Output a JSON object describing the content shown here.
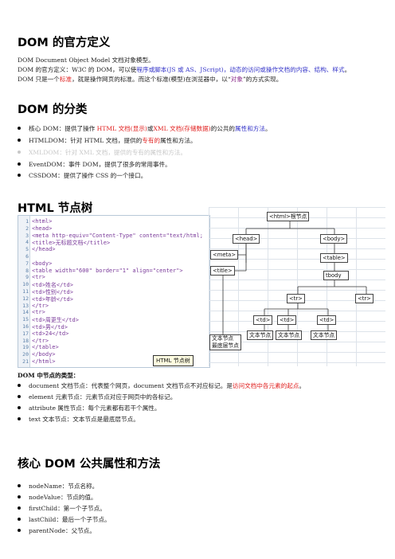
{
  "sections": {
    "s1_title": "DOM 的官方定义",
    "s2_title": "DOM 的分类",
    "s3_title": "HTML 节点树",
    "s4_title": "核心 DOM 公共属性和方法"
  },
  "definition": {
    "line1": "DOM Document Object Model   文档对象模型。",
    "line2_a": "DOM 的官方定义：W3C 的 DOM，可以使",
    "line2_b": "程序或脚本(JS 或 AS、JScript)，动态的访问或操作文档的内容、结构、样式",
    "line2_c": "。",
    "line3_a": "DOM 只是一个",
    "line3_b": "标准",
    "line3_c": "，就是操作网页的标准。而这个标准(模型)在浏览器中，以“",
    "line3_d": "对象",
    "line3_e": "”的方式实现。"
  },
  "categories": [
    {
      "prefix": "核心 DOM：提供了操作 ",
      "red1": "HTML 文档(显示)",
      "mid": "或",
      "red2": "XML 文档(存储数据)",
      "mid2": "的公共的",
      "blue": "属性和方法",
      "end": "。"
    },
    {
      "prefix": "HTMLDOM：针对 HTML 文档，提供的",
      "red1": "专有的",
      "end": "属性和方法。"
    },
    {
      "text": "XMLDOM：针对 XML 文档，提供的专有的属性和方法。"
    },
    {
      "text": "EventDOM：事件 DOM，提供了很多的常用事件。"
    },
    {
      "text": "CSSDOM：提供了操作 CSS 的一个接口。"
    }
  ],
  "code_lines": [
    {
      "n": "1",
      "t": "<html>"
    },
    {
      "n": "2",
      "t": "<head>"
    },
    {
      "n": "3",
      "t": "<meta http-equiv=\"Content-Type\" content=\"text/html;"
    },
    {
      "n": "4",
      "t": "<title>无标题文档</title>"
    },
    {
      "n": "5",
      "t": "</head>"
    },
    {
      "n": "6",
      "t": ""
    },
    {
      "n": "7",
      "t": "<body>"
    },
    {
      "n": "8",
      "t": "<table width=\"600\" border=\"1\" align=\"center\">"
    },
    {
      "n": "9",
      "t": "    <tr>"
    },
    {
      "n": "10",
      "t": "        <td>姓名</td>"
    },
    {
      "n": "11",
      "t": "        <td>性别</td>"
    },
    {
      "n": "12",
      "t": "        <td>年龄</td>"
    },
    {
      "n": "13",
      "t": "    </tr>"
    },
    {
      "n": "14",
      "t": "    <tr>"
    },
    {
      "n": "15",
      "t": "        <td>周更生</td>"
    },
    {
      "n": "16",
      "t": "        <td>男</td>"
    },
    {
      "n": "17",
      "t": "        <td>24</td>"
    },
    {
      "n": "18",
      "t": "    </tr>"
    },
    {
      "n": "19",
      "t": "</table>"
    },
    {
      "n": "20",
      "t": "</body>"
    },
    {
      "n": "21",
      "t": "</html>"
    }
  ],
  "code_label": "HTML 节点树",
  "tree": {
    "html": "<html>根节点",
    "head": "<head>",
    "body": "<body>",
    "meta": "<meta>",
    "title": "<title>",
    "table": "<table>",
    "tbody": "tbody",
    "text_leaf": "文本节点\n最底层节点",
    "tr1": "<tr>",
    "tr2": "<tr>",
    "td1": "<td>",
    "td2": "<td>",
    "td3": "<td>",
    "tx1": "文本节点",
    "tx2": "文本节点",
    "tx3": "文本节点"
  },
  "node_types": {
    "title": "DOM 中节点的类型：",
    "items": [
      {
        "a": "document 文档节点：代表整个网页，document 文档节点不对应标记。是",
        "red": "访问文档中各元素的起点",
        "b": "。"
      },
      {
        "a": "element 元素节点：元素节点对应于网页中的各标记。"
      },
      {
        "a": "attribute 属性节点：每个元素都有若干个属性。"
      },
      {
        "a": "text 文本节点：文本节点是最底层节点。"
      }
    ]
  },
  "props": [
    "nodeName：节点名称。",
    "nodeValue：节点的值。",
    "firstChild：第一个子节点。",
    "lastChild：最后一个子节点。",
    "parentNode：父节点。"
  ]
}
